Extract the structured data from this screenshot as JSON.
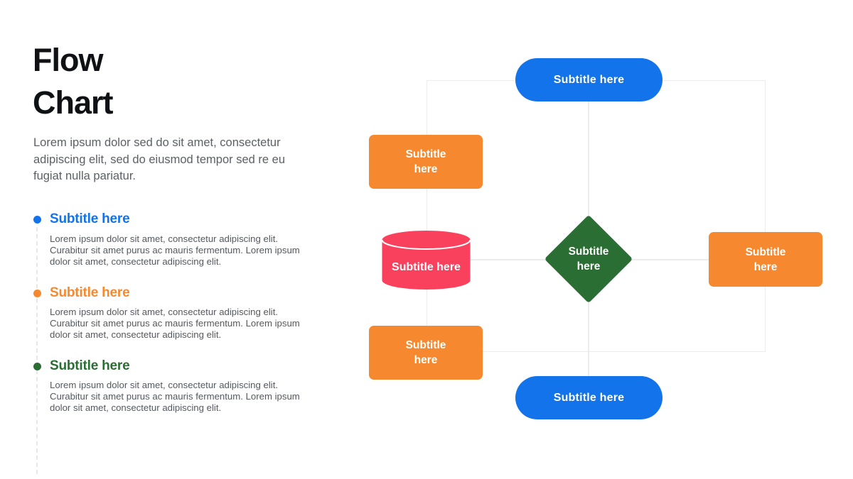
{
  "slide": {
    "title_line1": "Flow",
    "title_line2": "Chart",
    "intro": "Lorem ipsum dolor sed do sit amet, consectetur adipiscing elit, sed do eiusmod tempor sed re eu fugiat nulla pariatur.",
    "bullets": [
      {
        "label": "Subtitle here",
        "color": "#1273EB",
        "body": "Lorem ipsum dolor sit amet, consectetur adipiscing elit. Curabitur sit amet purus ac mauris fermentum. Lorem ipsum dolor sit amet, consectetur adipiscing elit."
      },
      {
        "label": "Subtitle here",
        "color": "#F6892F",
        "body": "Lorem ipsum dolor sit amet, consectetur adipiscing elit. Curabitur sit amet purus ac mauris fermentum. Lorem ipsum dolor sit amet, consectetur adipiscing elit."
      },
      {
        "label": "Subtitle here",
        "color": "#2A6E33",
        "body": "Lorem ipsum dolor sit amet, consectetur adipiscing elit. Curabitur sit amet purus ac mauris fermentum. Lorem ipsum dolor sit amet, consectetur adipiscing elit."
      }
    ]
  },
  "flowchart": {
    "connector_color": "#ECECEC",
    "nodes": {
      "top_pill": {
        "shape": "pill",
        "label": "Subtitle here",
        "color": "#1273EB"
      },
      "left_top_rect": {
        "shape": "rect",
        "label": "Subtitle here",
        "color": "#F6892F"
      },
      "cylinder": {
        "shape": "cylinder",
        "label": "Subtitle here",
        "color": "#F9415E"
      },
      "diamond": {
        "shape": "diamond",
        "label": "Subtitle here",
        "color": "#2A6E33"
      },
      "right_rect": {
        "shape": "rect",
        "label": "Subtitle here",
        "color": "#F6892F"
      },
      "left_bottom_rect": {
        "shape": "rect",
        "label": "Subtitle here",
        "color": "#F6892F"
      },
      "bottom_pill": {
        "shape": "pill",
        "label": "Subtitle here",
        "color": "#1273EB"
      }
    }
  },
  "colors": {
    "blue": "#1273EB",
    "orange": "#F6892F",
    "pink": "#F9415E",
    "green": "#2A6E33",
    "title_text": "#101114",
    "body_text": "#55585F",
    "grid_line": "#ECECEC"
  }
}
